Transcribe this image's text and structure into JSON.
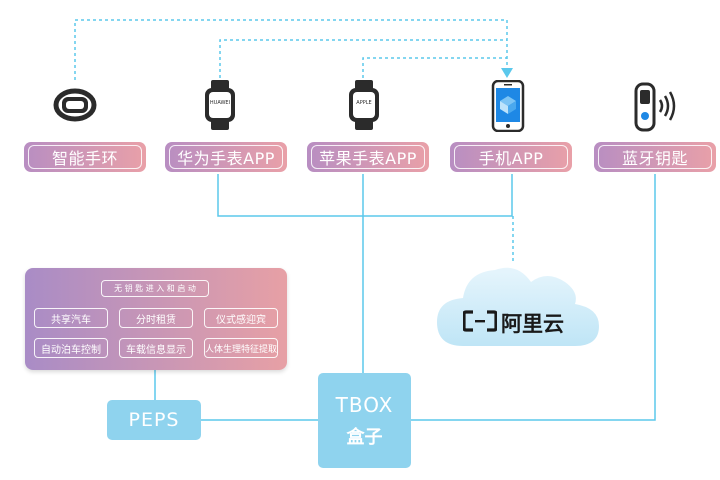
{
  "devices": {
    "band": {
      "label": "智能手环",
      "icon": "smart-band-icon"
    },
    "huawei": {
      "label": "华为手表APP",
      "watch_text": "HUAWEI",
      "icon": "huawei-watch-icon"
    },
    "apple": {
      "label": "苹果手表APP",
      "watch_text": "APPLE",
      "icon": "apple-watch-icon"
    },
    "phone": {
      "label": "手机APP",
      "icon": "phone-icon"
    },
    "key": {
      "label": "蓝牙钥匙",
      "icon": "bluetooth-key-icon"
    }
  },
  "cloud": {
    "label": "阿里云",
    "logo": "aliyun-logo-icon"
  },
  "features": {
    "title": "无 钥 匙 进 入 和 启 动",
    "items": [
      "共享汽车",
      "分时租赁",
      "仪式感迎宾",
      "自动泊车控制",
      "车载信息显示",
      "人体生理特征提取"
    ]
  },
  "peps": {
    "label": "PEPS"
  },
  "tbox": {
    "label": "TBOX",
    "sublabel": "盒子"
  },
  "colors": {
    "pill_start": "#b88ec2",
    "pill_end": "#e9a0a8",
    "line": "#5bc8ec",
    "box": "#8fd3ee",
    "icon_dark": "#2b2b2b",
    "phone_blue": "#1e88e5"
  }
}
